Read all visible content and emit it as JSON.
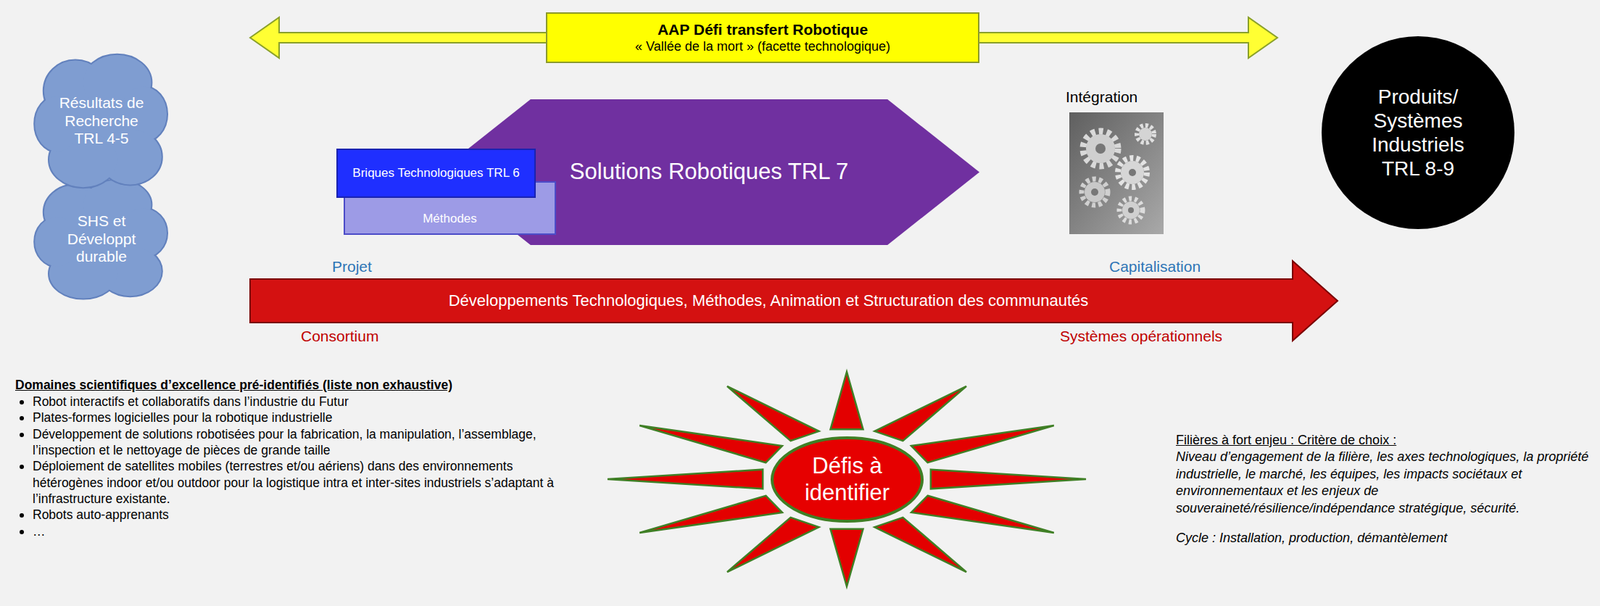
{
  "diagram": {
    "nodes": [
      {
        "text": [
          "AAP Défi transfert Robotique",
          "« Vallée de la mort » (facette technologique)"
        ]
      },
      {
        "text": [
          "Résultats de Recherche TRL 4-5"
        ]
      },
      {
        "text": [
          "SHS et Développt durable"
        ]
      },
      {
        "text": [
          "Briques Technologiques TRL 6"
        ]
      },
      {
        "text": [
          "Méthodes"
        ]
      },
      {
        "text": [
          "Solutions Robotiques TRL 7"
        ]
      },
      {
        "text": [
          "Produits/ Systèmes Industriels TRL 8-9"
        ]
      },
      {
        "text": [
          "Développements Technologiques, Méthodes,  Animation et Structuration des communautés"
        ]
      },
      {
        "text": [
          "Défis à identifier"
        ]
      }
    ],
    "labels": [
      "Intégration",
      "Projet",
      "Capitalisation",
      "Consortium",
      "Systèmes opérationnels",
      "Domaines scientifiques d’excellence pré-identifiés (liste non exhaustive)",
      "Robot interactifs et collaboratifs dans l’industrie du Futur",
      "Plates-formes logicielles pour la robotique industrielle",
      "Développement de solutions robotisées pour la fabrication, la manipulation, l’assemblage, l’inspection et le nettoyage de pièces de grande taille",
      "Déploiement de satellites mobiles (terrestres et/ou aériens) dans des environnements hétérogènes indoor et/ou outdoor pour la logistique intra et inter-sites industriels s’adaptant à l’infrastructure existante.",
      "Robots auto-apprenants",
      "…",
      "Filières à fort enjeu : Critère de choix :",
      "Niveau d’engagement de la filière, les axes technologiques, la propriété industrielle, le marché, les équipes, les impacts sociétaux et environnementaux et les enjeux de souveraineté/résilience/indépendance stratégique, sécurité.",
      "Cycle : Installation, production, démantèlement"
    ]
  }
}
